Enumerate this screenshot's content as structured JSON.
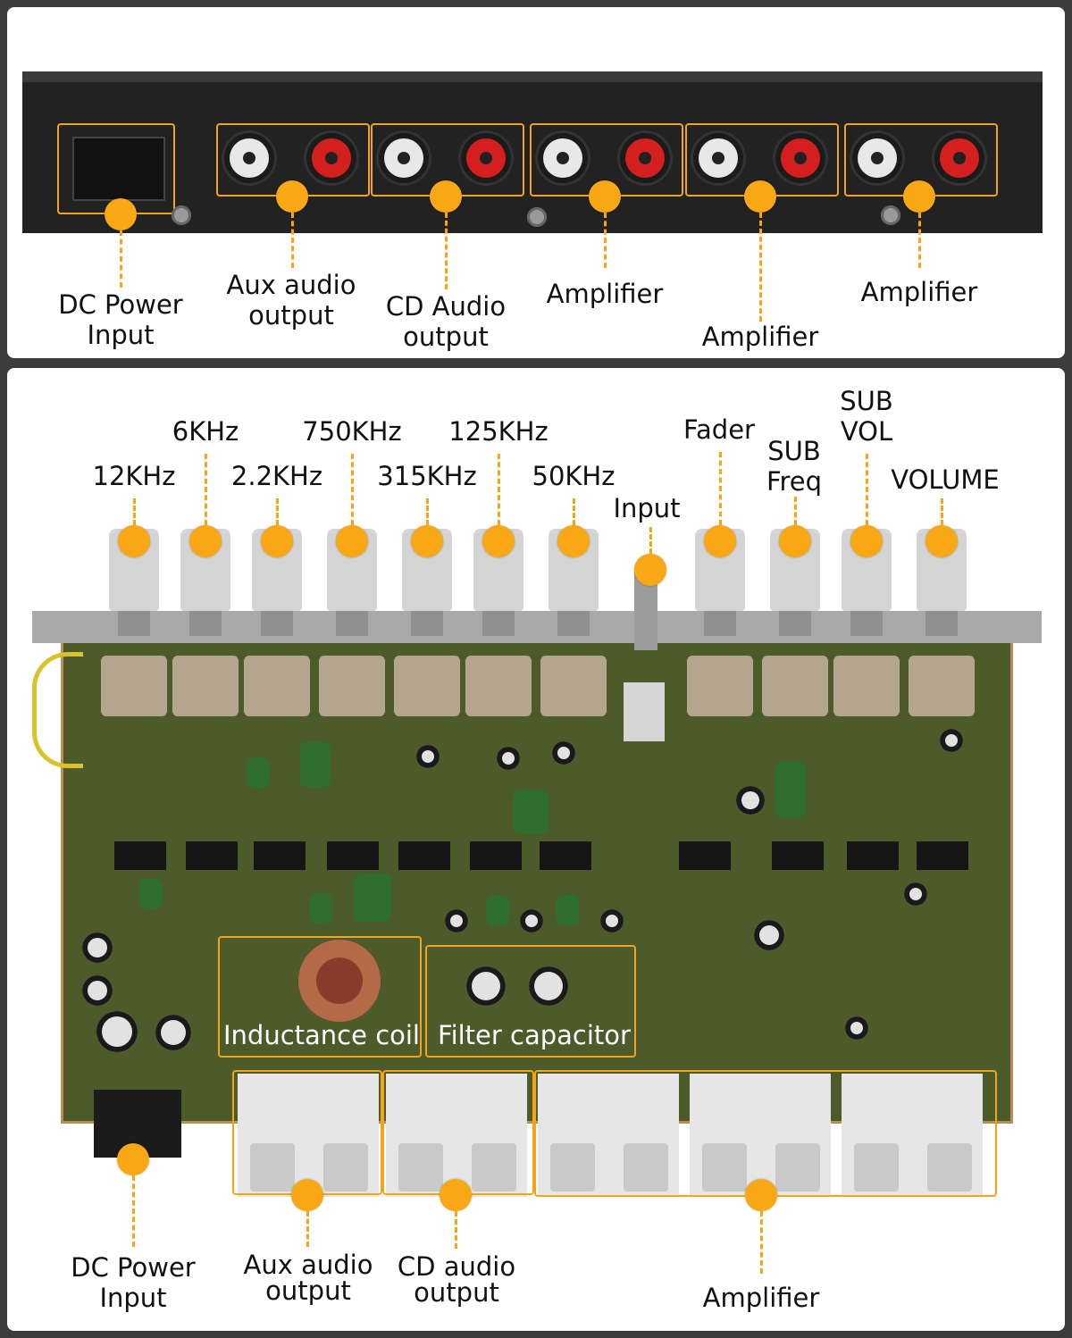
{
  "rear_panel": {
    "labels": {
      "dc_power": "DC Power\nInput",
      "aux": "Aux audio\noutput",
      "cd": "CD Audio\noutput",
      "amp1": "Amplifier",
      "amp2": "Amplifier",
      "amp3": "Amplifier"
    }
  },
  "board": {
    "knob_labels": {
      "k12": "12KHz",
      "k6": "6KHz",
      "k22": "2.2KHz",
      "k750": "750KHz",
      "k315": "315KHz",
      "k125": "125KHz",
      "k50": "50KHz",
      "input": "Input",
      "fader": "Fader",
      "sub_freq": "SUB\nFreq",
      "sub_vol": "SUB\nVOL",
      "volume": "VOLUME"
    },
    "component_labels": {
      "inductance": "Inductance coil",
      "filter": "Filter capacitor"
    },
    "output_labels": {
      "dc_power": "DC Power\nInput",
      "aux": "Aux audio\noutput",
      "cd": "CD audio\noutput",
      "amp": "Amplifier"
    }
  },
  "colors": {
    "accent": "#f7a814",
    "pcb": "#4d5a2a",
    "jack_red": "#d41f1f"
  }
}
